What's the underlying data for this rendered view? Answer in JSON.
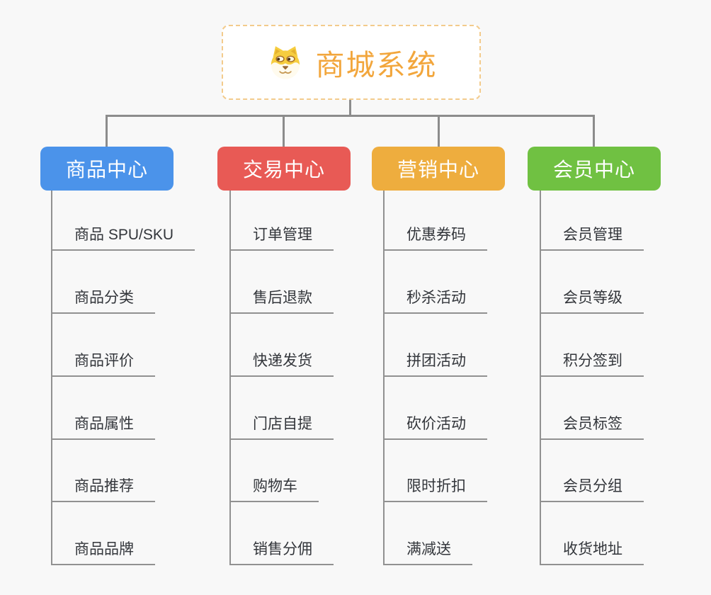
{
  "root": {
    "title": "商城系统",
    "icon": "doge-icon",
    "title_color": "#F2A63C",
    "border_color": "#F3CB8C",
    "background": "#FFFFFF"
  },
  "connector_color": "#8C8C8C",
  "page_background": "#F8F8F8",
  "branches": [
    {
      "label": "商品中心",
      "color": "#4B93EA",
      "items": [
        "商品 SPU/SKU",
        "商品分类",
        "商品评价",
        "商品属性",
        "商品推荐",
        "商品品牌"
      ]
    },
    {
      "label": "交易中心",
      "color": "#E85A55",
      "items": [
        "订单管理",
        "售后退款",
        "快递发货",
        "门店自提",
        "购物车",
        "销售分佣"
      ]
    },
    {
      "label": "营销中心",
      "color": "#EEAD3E",
      "items": [
        "优惠券码",
        "秒杀活动",
        "拼团活动",
        "砍价活动",
        "限时折扣",
        "满减送"
      ]
    },
    {
      "label": "会员中心",
      "color": "#70C142",
      "items": [
        "会员管理",
        "会员等级",
        "积分签到",
        "会员标签",
        "会员分组",
        "收货地址"
      ]
    }
  ]
}
